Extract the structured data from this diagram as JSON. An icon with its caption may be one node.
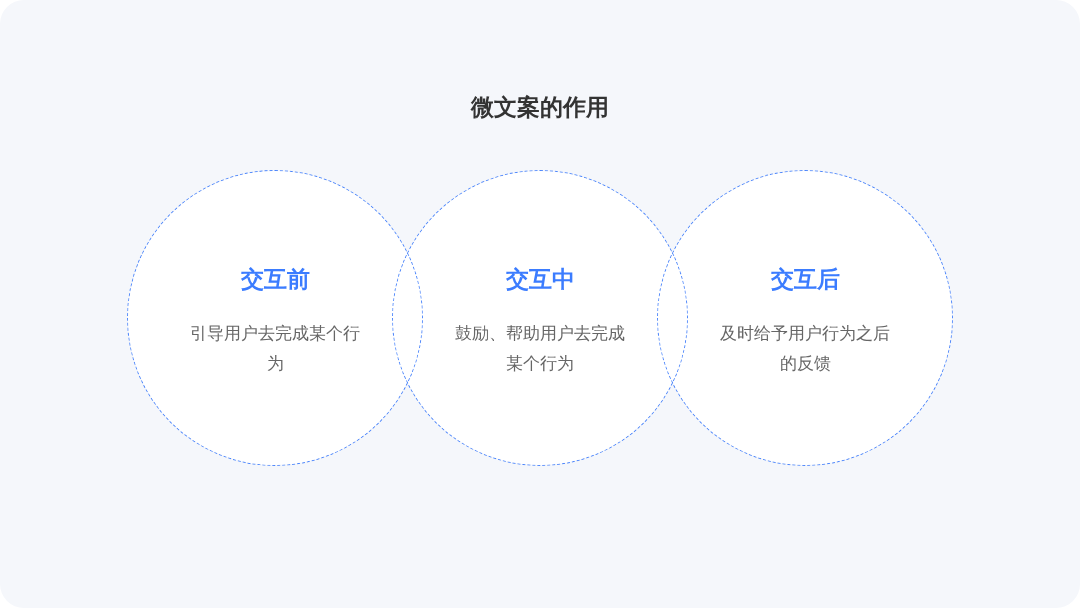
{
  "diagram": {
    "title": "微文案的作用",
    "nodes": [
      {
        "text": [
          "交互前",
          "引导用户去完成某个行为"
        ]
      },
      {
        "text": [
          "交互中",
          "鼓励、帮助用户去完成某个行为"
        ]
      },
      {
        "text": [
          "交互后",
          "及时给予用户行为之后的反馈"
        ]
      }
    ]
  }
}
